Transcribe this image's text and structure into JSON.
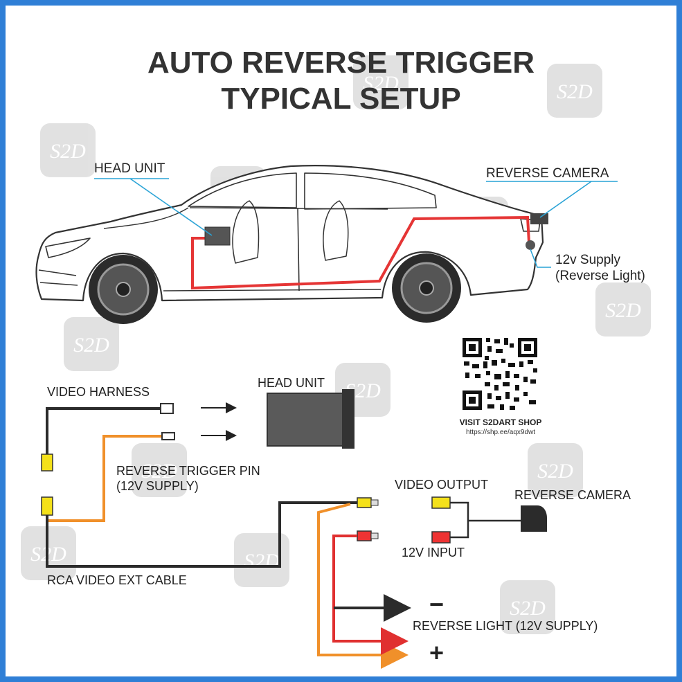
{
  "title": {
    "line1": "AUTO REVERSE TRIGGER",
    "line2": "TYPICAL SETUP"
  },
  "car": {
    "head_unit_label": "HEAD UNIT",
    "reverse_camera_label": "REVERSE CAMERA",
    "supply_line1": "12v Supply",
    "supply_line2": "(Reverse Light)"
  },
  "qr": {
    "caption": "VISIT S2DART SHOP",
    "url": "https://shp.ee/aqx9dwt"
  },
  "wiring": {
    "video_harness": "VIDEO HARNESS",
    "head_unit": "HEAD UNIT",
    "reverse_trigger_line1": "REVERSE TRIGGER PIN",
    "reverse_trigger_line2": "(12V SUPPLY)",
    "video_output": "VIDEO OUTPUT",
    "reverse_camera": "REVERSE CAMERA",
    "input_12v": "12V INPUT",
    "rca_cable": "RCA VIDEO EXT CABLE",
    "reverse_light": "REVERSE LIGHT (12V SUPPLY)",
    "minus": "−",
    "plus": "+"
  },
  "watermark": "S2D",
  "colors": {
    "frame": "#2f7fd6",
    "wire_black": "#2b2b2b",
    "wire_orange": "#f0902a",
    "wire_red": "#e03030",
    "connector_yellow": "#f4e11a",
    "connector_red": "#e33",
    "leader_blue": "#29a3d6",
    "route_red": "#e53535"
  }
}
